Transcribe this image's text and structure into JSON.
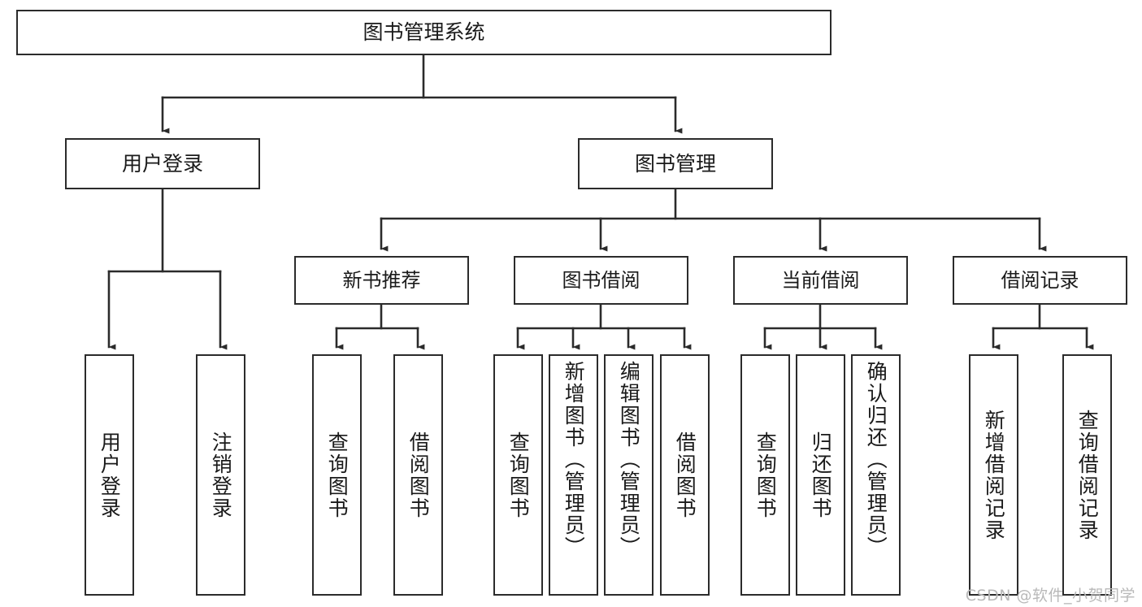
{
  "diagram": {
    "title": "图书管理系统",
    "type": "tree",
    "watermark": "CSDN @软件_小贺同学",
    "colors": {
      "box_border": "#2b2b2b",
      "box_fill": "#ffffff",
      "connector": "#2b2b2b",
      "text": "#1a1a1a",
      "watermark": "#b9b9b9",
      "background": "#ffffff"
    },
    "nodes": {
      "root": {
        "label": "图书管理系统"
      },
      "level2": [
        {
          "id": "user-login",
          "label": "用户登录"
        },
        {
          "id": "book-manage",
          "label": "图书管理"
        }
      ],
      "level3": [
        {
          "id": "new-book-recommend",
          "label": "新书推荐"
        },
        {
          "id": "book-borrow",
          "label": "图书借阅"
        },
        {
          "id": "current-borrow",
          "label": "当前借阅"
        },
        {
          "id": "borrow-record",
          "label": "借阅记录"
        }
      ],
      "leaves": {
        "user_login": [
          {
            "id": "leaf-user-login",
            "label": "用户登录"
          },
          {
            "id": "leaf-logout-login",
            "label": "注销登录"
          }
        ],
        "new_book_recommend": [
          {
            "id": "leaf-query-book-1",
            "label": "查询图书"
          },
          {
            "id": "leaf-borrow-book-1",
            "label": "借阅图书"
          }
        ],
        "book_borrow": [
          {
            "id": "leaf-query-book-2",
            "label": "查询图书"
          },
          {
            "id": "leaf-add-book",
            "label": "新增图书（管理员）"
          },
          {
            "id": "leaf-edit-book",
            "label": "编辑图书（管理员）"
          },
          {
            "id": "leaf-borrow-book-2",
            "label": "借阅图书"
          }
        ],
        "current_borrow": [
          {
            "id": "leaf-query-book-3",
            "label": "查询图书"
          },
          {
            "id": "leaf-return-book",
            "label": "归还图书"
          },
          {
            "id": "leaf-confirm-return",
            "label": "确认归还（管理员）"
          }
        ],
        "borrow_record": [
          {
            "id": "leaf-add-record",
            "label": "新增借阅记录"
          },
          {
            "id": "leaf-query-record",
            "label": "查询借阅记录"
          }
        ]
      }
    }
  }
}
